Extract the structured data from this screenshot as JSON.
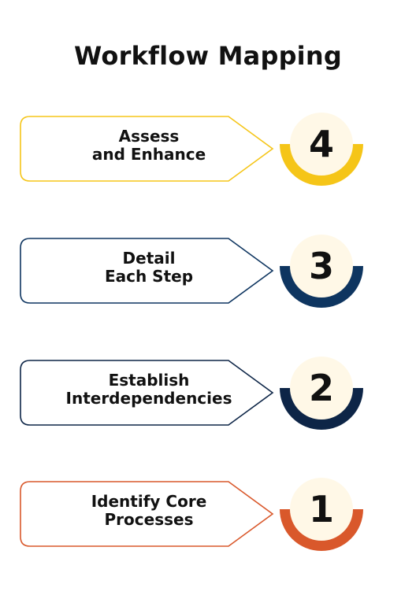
{
  "title": "Workflow Mapping",
  "steps": [
    {
      "number": "4",
      "line1": "Assess",
      "line2": "and Enhance",
      "color": "#F5C518"
    },
    {
      "number": "3",
      "line1": "Detail",
      "line2": "Each Step",
      "color": "#0E3560"
    },
    {
      "number": "2",
      "line1": "Establish",
      "line2": "Interdependencies",
      "color": "#0D2547"
    },
    {
      "number": "1",
      "line1": "Identify Core",
      "line2": "Processes",
      "color": "#D9582B"
    }
  ],
  "circle_fill": "#FFF8E7"
}
